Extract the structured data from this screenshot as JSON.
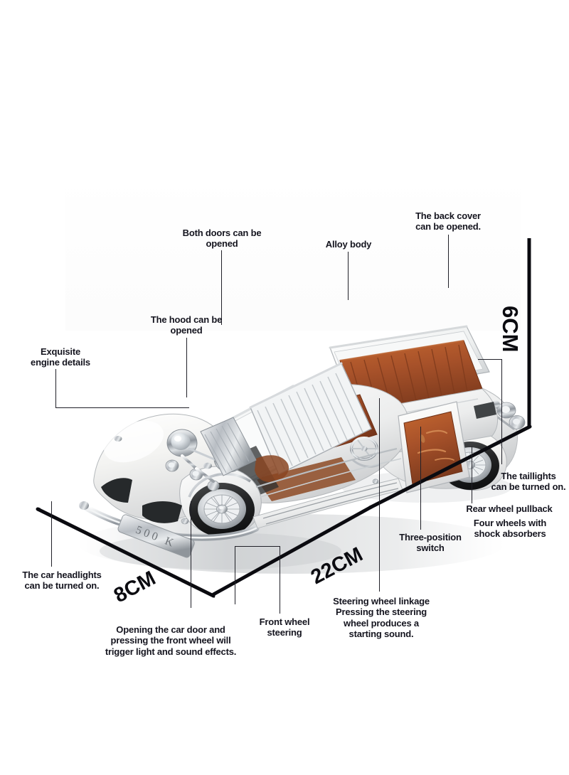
{
  "product": {
    "type": "die-cast classic car model infographic",
    "license_plate": "500 K",
    "body_color": "#f3f3f1",
    "interior_color": "#a9522a",
    "chrome_color": "#cfd2d6",
    "label_color": "#15151f"
  },
  "callouts": [
    {
      "id": "both-doors",
      "text": "Both doors can be\nopened"
    },
    {
      "id": "back-cover",
      "text": "The back cover\ncan be opened."
    },
    {
      "id": "alloy-body",
      "text": "Alloy body"
    },
    {
      "id": "hood",
      "text": "The hood can be\nopened"
    },
    {
      "id": "engine-details",
      "text": "Exquisite\nengine details"
    },
    {
      "id": "taillights",
      "text": "The taillights\ncan be turned on."
    },
    {
      "id": "rear-pullback",
      "text": "Rear wheel pullback"
    },
    {
      "id": "shock-absorbers",
      "text": "Four wheels with\nshock absorbers"
    },
    {
      "id": "three-position",
      "text": "Three-position\nswitch"
    },
    {
      "id": "headlights",
      "text": "The car headlights\ncan be turned on."
    },
    {
      "id": "door-trigger",
      "text": "Opening the car door and\npressing the front wheel will\ntrigger light and sound effects."
    },
    {
      "id": "front-steering",
      "text": "Front wheel\nsteering"
    },
    {
      "id": "steering-linkage",
      "text": "Steering wheel linkage\nPressing the steering\nwheel produces a\nstarting sound."
    }
  ],
  "dimensions": {
    "height_label": "6CM",
    "length_label": "22CM",
    "width_label": "8CM"
  }
}
